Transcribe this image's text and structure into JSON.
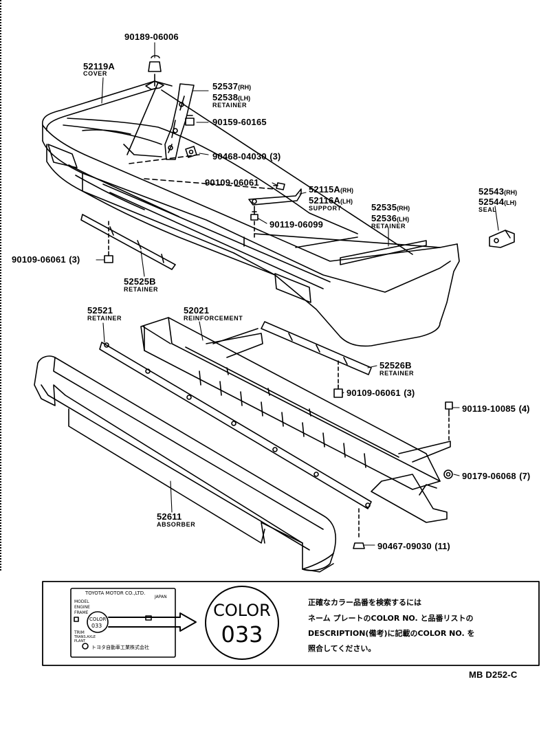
{
  "parts": [
    {
      "id": "p90189",
      "number": "90189-06006"
    },
    {
      "id": "p52119A",
      "number": "52119A",
      "name": "COVER"
    },
    {
      "id": "p52537",
      "number": "52537",
      "suffix": "(RH)"
    },
    {
      "id": "p52538",
      "number": "52538",
      "suffix": "(LH)",
      "name": "RETAINER"
    },
    {
      "id": "p90159",
      "number": "90159-60165"
    },
    {
      "id": "p90468",
      "number": "90468-04030",
      "qty": "(3)"
    },
    {
      "id": "p90109a",
      "number": "90109-06061"
    },
    {
      "id": "p52115A",
      "number": "52115A",
      "suffix": "(RH)"
    },
    {
      "id": "p52116A",
      "number": "52116A",
      "suffix": "(LH)",
      "name": "SUPPORT"
    },
    {
      "id": "p52543",
      "number": "52543",
      "suffix": "(RH)"
    },
    {
      "id": "p52544",
      "number": "52544",
      "suffix": "(LH)",
      "name": "SEAL"
    },
    {
      "id": "p52535",
      "number": "52535",
      "suffix": "(RH)"
    },
    {
      "id": "p52536",
      "number": "52536",
      "suffix": "(LH)",
      "name": "RETAINER"
    },
    {
      "id": "p90119a",
      "number": "90119-06099"
    },
    {
      "id": "p90109b",
      "number": "90109-06061",
      "qty": "(3)"
    },
    {
      "id": "p52525B",
      "number": "52525B",
      "name": "RETAINER"
    },
    {
      "id": "p52521",
      "number": "52521",
      "name": "RETAINER"
    },
    {
      "id": "p52021",
      "number": "52021",
      "name": "REINFORCEMENT"
    },
    {
      "id": "p52526B",
      "number": "52526B",
      "name": "RETAINER"
    },
    {
      "id": "p90109c",
      "number": "90109-06061",
      "qty": "(3)"
    },
    {
      "id": "p90119b",
      "number": "90119-10085",
      "qty": "(4)"
    },
    {
      "id": "p90179",
      "number": "90179-06068",
      "qty": "(7)"
    },
    {
      "id": "p52611",
      "number": "52611",
      "name": "ABSORBER"
    },
    {
      "id": "p90467",
      "number": "90467-09030",
      "qty": "(11)"
    }
  ],
  "plate": {
    "maker": "TOYOTA MOTOR CO.,LTD.",
    "country": "JAPAN",
    "rows": [
      "MODEL",
      "ENGINE",
      "FRAME"
    ],
    "color_word": "COLOR",
    "color_code": "033",
    "trim_rows": [
      "TRIM",
      "TRANS.AXLE",
      "PLANT"
    ],
    "company_jp": "トヨタ自動車工業株式会社"
  },
  "callout": {
    "word": "COLOR",
    "code": "033"
  },
  "note_jp": [
    "正確なカラー品番を検索するには",
    "ネーム プレートのCOLOR NO. と品番リストの",
    "DESCRIPTION(備考)に記載のCOLOR NO. を",
    "照合してください。"
  ],
  "diagram_code": "MB D252-C"
}
